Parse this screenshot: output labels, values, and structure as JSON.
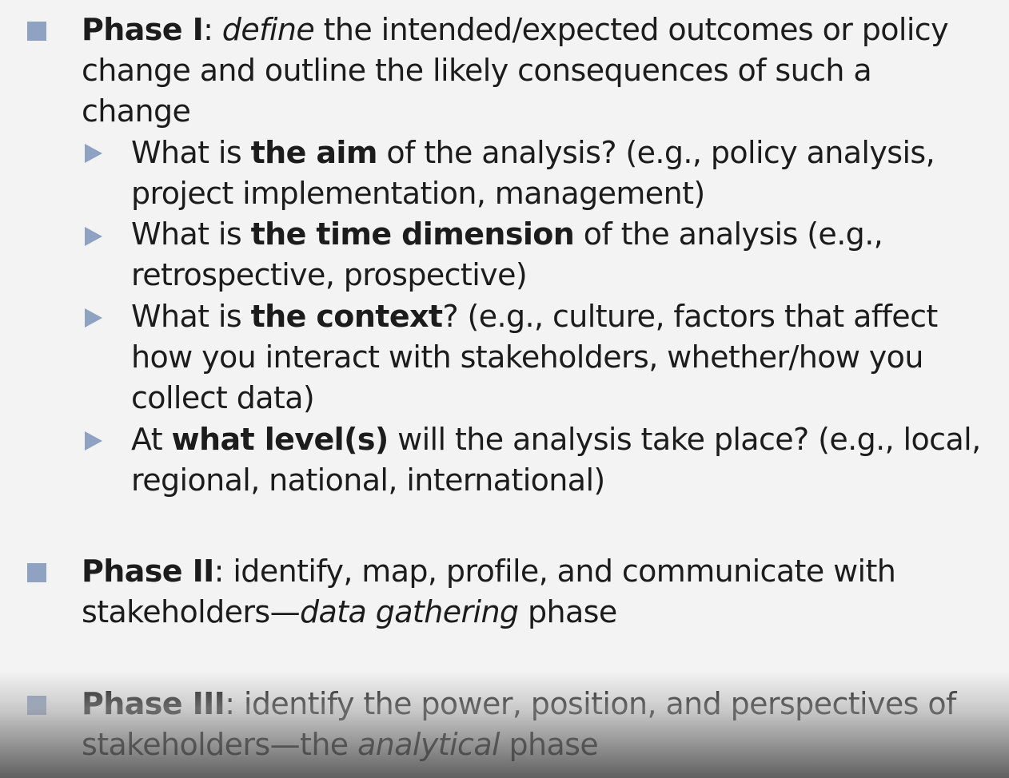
{
  "phase1": {
    "label": "Phase I",
    "sep": ": ",
    "verb": "define",
    "line1_rest": " the intended/expected outcomes or policy",
    "line2": "change and outline the likely consequences of such a",
    "line3": "change",
    "subs": [
      {
        "pre": "What is ",
        "bold": "the aim",
        "post": " of the analysis? (e.g., policy analysis,",
        "line2": "project implementation, management)"
      },
      {
        "pre": "What is ",
        "bold": "the time dimension",
        "post": " of the analysis (e.g.,",
        "line2": "retrospective, prospective)"
      },
      {
        "pre": "What is ",
        "bold": "the context",
        "post": "? (e.g., culture, factors that affect",
        "line2": "how you interact with stakeholders, whether/how you",
        "line3": "collect data)"
      },
      {
        "pre": "At ",
        "bold": "what level(s)",
        "post": " will the analysis take place? (e.g., local,",
        "line2": "regional, national, international)"
      }
    ]
  },
  "phase2": {
    "label": "Phase II",
    "line1_rest": ": identify, map, profile, and communicate with",
    "line2_pre": "stakeholders—",
    "line2_italic": "data gathering",
    "line2_post": " phase"
  },
  "phase3": {
    "label": "Phase III",
    "line1_rest": ": identify the power, position, and perspectives of",
    "line2_pre": "stakeholders—the ",
    "line2_italic": "analytical",
    "line2_post": " phase"
  },
  "colors": {
    "bullet": "#8fa2c2",
    "text": "#1c1c1c",
    "background": "#f3f3f3"
  }
}
